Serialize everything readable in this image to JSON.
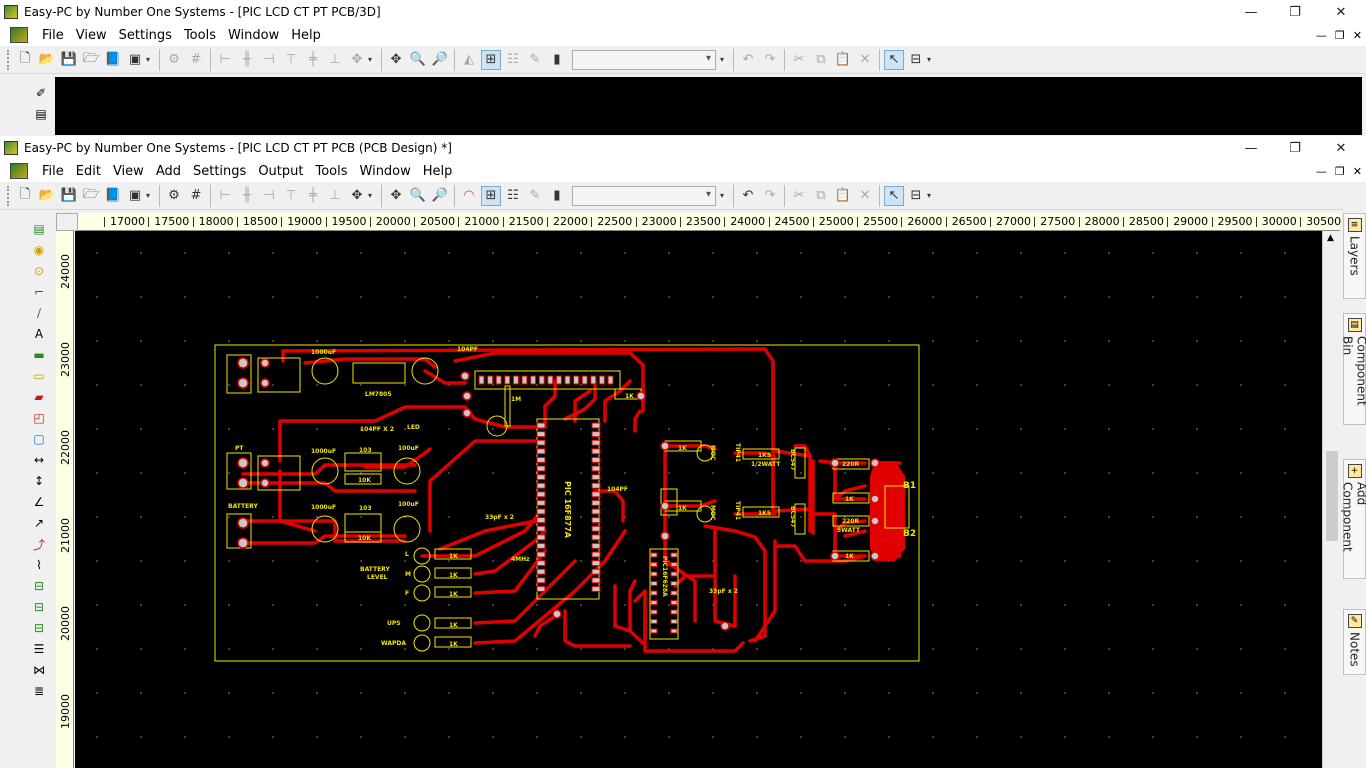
{
  "window1": {
    "title": "Easy-PC by Number One Systems - [PIC LCD CT PT PCB/3D]",
    "menus": [
      "File",
      "View",
      "Settings",
      "Tools",
      "Window",
      "Help"
    ],
    "controls": {
      "minimize": "—",
      "restore": "❐",
      "close": "✕"
    },
    "mdi": {
      "minimize": "—",
      "restore": "❐",
      "close": "✕"
    }
  },
  "window2": {
    "title": "Easy-PC by Number One Systems - [PIC LCD CT PT PCB (PCB Design) *]",
    "menus": [
      "File",
      "Edit",
      "View",
      "Add",
      "Settings",
      "Output",
      "Tools",
      "Window",
      "Help"
    ],
    "controls": {
      "minimize": "—",
      "restore": "❐",
      "close": "✕"
    },
    "mdi": {
      "minimize": "—",
      "restore": "❐",
      "close": "✕"
    }
  },
  "ruler_h": [
    "17000",
    "17500",
    "18000",
    "18500",
    "19000",
    "19500",
    "20000",
    "20500",
    "21000",
    "21500",
    "22000",
    "22500",
    "23000",
    "23500",
    "24000",
    "24500",
    "25000",
    "25500",
    "26000",
    "26500",
    "27000",
    "27500",
    "28000",
    "28500",
    "29000",
    "29500",
    "30000",
    "30500"
  ],
  "ruler_v": [
    "24000",
    "23000",
    "22000",
    "21000",
    "20000",
    "19000"
  ],
  "right_tabs": [
    "Layers",
    "Component Bin",
    "Add Component",
    "Notes"
  ],
  "colors": {
    "track": "#e00000",
    "silk": "#f2e600",
    "board": "#f2e600",
    "canvas": "#000000"
  },
  "pcb_labels": {
    "cap1": "1000uF",
    "c104": "104PF",
    "reg": "LM7805",
    "cap104x2": "104PF X 2",
    "led": "LED",
    "r1k_top": "1K",
    "pt": "PT",
    "pt_cap": "1000uF",
    "pt_100": "100uF",
    "pt_103": "103",
    "pt_10k": "10K",
    "battery": "BATTERY",
    "bat_cap": "1000uF",
    "bat_100": "100uF",
    "bat_103": "103",
    "bat_10k": "10K",
    "mcu": "PIC 16F877A",
    "r1m": "1M",
    "c33": "33pF x 2",
    "xtal": "4MHz",
    "c104b": "104PF",
    "bl": "BATTERY",
    "bl2": "LEVEL",
    "L": "L",
    "M": "M",
    "F": "F",
    "ups": "UPS",
    "wapda": "WAPDA",
    "r1": "1K",
    "r2": "1K",
    "r3": "1K",
    "r4": "1K",
    "r5": "1K",
    "u2": "PIC16F628A",
    "c33b": "33pF x 2",
    "r1k_a": "1K",
    "r1k_b": "1K",
    "r1k5_a": "1K5",
    "r1k5_b": "1K5",
    "w1": "1/2WATT",
    "w2": "5WATT",
    "r220_a": "220R",
    "r220_b": "220R",
    "r1k_c": "1K",
    "r1k_d": "1K",
    "b1": "B1",
    "b2": "B2",
    "bc1": "BC547",
    "bc2": "BC547",
    "tip1": "TIP41",
    "tip2": "TIP41",
    "moc1": "MOC",
    "moc2": "MOC"
  }
}
